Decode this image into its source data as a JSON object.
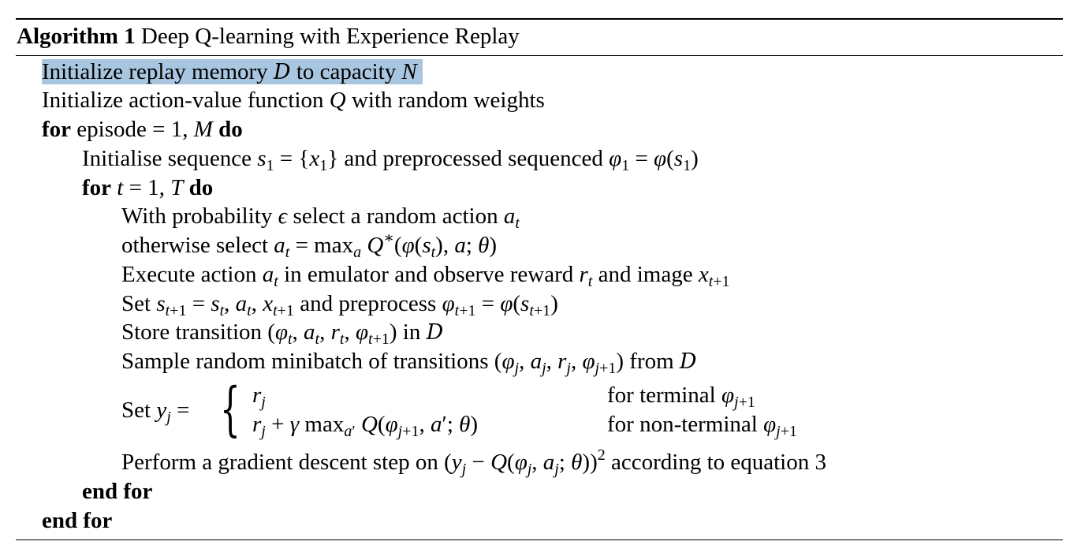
{
  "caption": {
    "label": "Algorithm 1",
    "title": "Deep Q-learning with Experience Replay"
  },
  "keywords": {
    "for": "for",
    "do": "do",
    "end_for": "end for"
  },
  "lines": {
    "init_memory": {
      "a": "Initialize replay memory",
      "b": "to capacity"
    },
    "init_q": {
      "a": "Initialize action-value function",
      "b": "with random weights"
    },
    "for_episode": {
      "a": "episode"
    },
    "init_seq": {
      "a": "Initialise sequence",
      "b": "and preprocessed sequenced"
    },
    "explore": {
      "a": "With probability",
      "b": "select a random action"
    },
    "exploit": {
      "a": "otherwise select"
    },
    "execute": {
      "a": "Execute action",
      "b": "in emulator and observe reward",
      "c": "and image"
    },
    "set_state": {
      "a": "Set",
      "b": "and preprocess"
    },
    "store": {
      "a": "Store transition",
      "b": "in"
    },
    "sample": {
      "a": "Sample random minibatch of transitions",
      "b": "from"
    },
    "target": {
      "a": "Set",
      "case1": "for terminal",
      "case2": "for non-terminal"
    },
    "gradient": {
      "a": "Perform a gradient descent step on",
      "b": "according to equation 3"
    }
  }
}
